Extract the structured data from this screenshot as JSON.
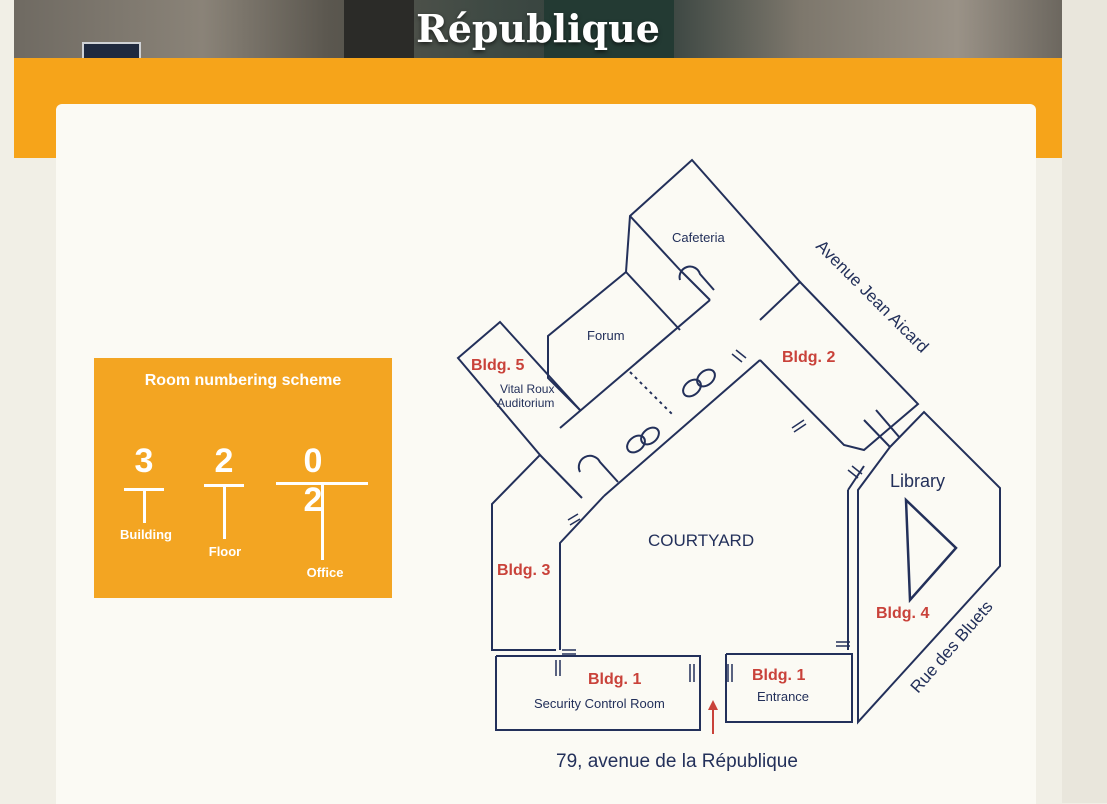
{
  "banner": {
    "title": "République"
  },
  "legend": {
    "title": "Room numbering scheme",
    "digits": {
      "building": "3",
      "floor": "2",
      "office": "0 2"
    },
    "labels": {
      "building": "Building",
      "floor": "Floor",
      "office": "Office"
    }
  },
  "map": {
    "streets": {
      "north_east": "Avenue Jean Aicard",
      "south_east": "Rue des Bluets",
      "south": "79, avenue de la République"
    },
    "rooms": {
      "cafeteria": "Cafeteria",
      "forum": "Forum",
      "bldg5": "Bldg. 5",
      "auditorium_line1": "Vital Roux",
      "auditorium_line2": "Auditorium",
      "bldg2": "Bldg. 2",
      "courtyard": "COURTYARD",
      "library": "Library",
      "bldg3": "Bldg. 3",
      "bldg4": "Bldg. 4",
      "bldg1_left": "Bldg. 1",
      "security": "Security Control Room",
      "bldg1_right": "Bldg. 1",
      "entrance": "Entrance"
    },
    "colors": {
      "outline": "#23305a",
      "building_label": "#c9423a",
      "arrow": "#c9423a",
      "accent": "#f3a522"
    }
  }
}
